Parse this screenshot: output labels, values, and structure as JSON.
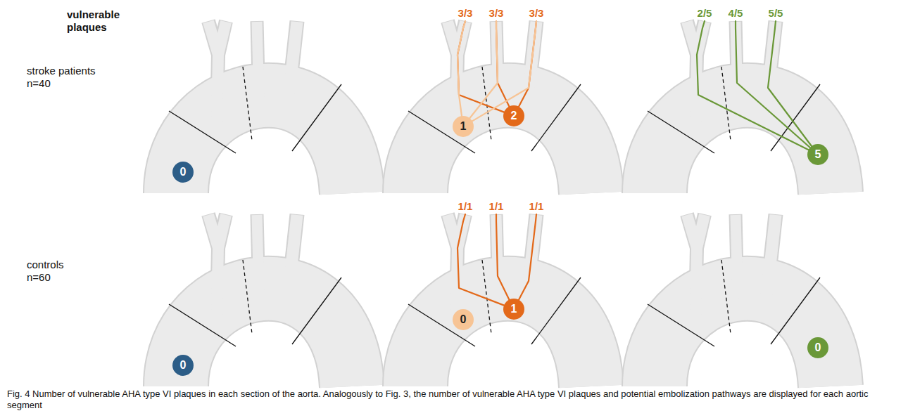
{
  "diagram": {
    "caption": "Fig. 4 Number of vulnerable AHA type VI plaques in each section of the aorta. Analogously to Fig. 3, the number of vulnerable AHA type VI plaques and potential embolization pathways are displayed for each aortic segment",
    "nodes": [
      {
        "text": [
          "0"
        ]
      },
      {
        "text": [
          "3/3"
        ]
      },
      {
        "text": [
          "3/3"
        ]
      },
      {
        "text": [
          "3/3"
        ]
      },
      {
        "text": [
          "1"
        ]
      },
      {
        "text": [
          "2"
        ]
      },
      {
        "text": [
          "2/5"
        ]
      },
      {
        "text": [
          "4/5"
        ]
      },
      {
        "text": [
          "5/5"
        ]
      },
      {
        "text": [
          "5"
        ]
      },
      {
        "text": [
          "0"
        ]
      },
      {
        "text": [
          "1/1"
        ]
      },
      {
        "text": [
          "1/1"
        ]
      },
      {
        "text": [
          "1/1"
        ]
      },
      {
        "text": [
          "0"
        ]
      },
      {
        "text": [
          "1"
        ]
      },
      {
        "text": [
          "0"
        ]
      }
    ],
    "edges": [
      {
        "from": 5,
        "to": 1,
        "arrow": "none"
      },
      {
        "from": 5,
        "to": 2,
        "arrow": "none"
      },
      {
        "from": 5,
        "to": 3,
        "arrow": "none"
      },
      {
        "from": 4,
        "to": 1,
        "arrow": "none"
      },
      {
        "from": 4,
        "to": 2,
        "arrow": "none"
      },
      {
        "from": 4,
        "to": 3,
        "arrow": "none"
      },
      {
        "from": 9,
        "to": 6,
        "arrow": "none"
      },
      {
        "from": 9,
        "to": 7,
        "arrow": "none"
      },
      {
        "from": 9,
        "to": 8,
        "arrow": "none"
      },
      {
        "from": 15,
        "to": 11,
        "arrow": "none"
      },
      {
        "from": 15,
        "to": 12,
        "arrow": "none"
      },
      {
        "from": 15,
        "to": 13,
        "arrow": "none"
      }
    ],
    "labels": [
      "vulnerable plaques",
      "stroke patients n=40",
      "controls n=60"
    ]
  }
}
